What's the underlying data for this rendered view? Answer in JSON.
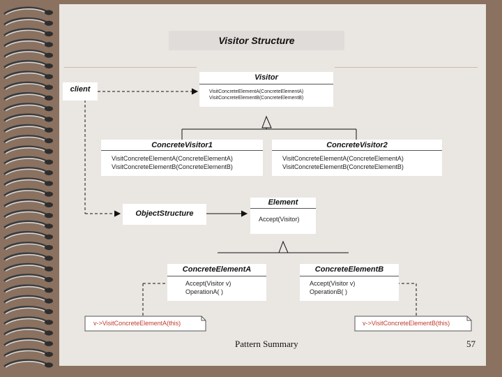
{
  "title": "Visitor Structure",
  "classes": {
    "client": {
      "name": "client"
    },
    "visitor": {
      "name": "Visitor",
      "ops": [
        "VisitConcreteElementA(ConcreteElementA)",
        "VisitConcreteElementB(ConcreteElementB)"
      ]
    },
    "concrete_visitor1": {
      "name": "ConcreteVisitor1",
      "ops": [
        "VisitConcreteElementA(ConcreteElementA)",
        "VisitConcreteElementB(ConcreteElementB)"
      ]
    },
    "concrete_visitor2": {
      "name": "ConcreteVisitor2",
      "ops": [
        "VisitConcreteElementA(ConcreteElementA)",
        "VisitConcreteElementB(ConcreteElementB)"
      ]
    },
    "object_structure": {
      "name": "ObjectStructure"
    },
    "element": {
      "name": "Element",
      "ops": [
        "Accept(Visitor)"
      ]
    },
    "concrete_element_a": {
      "name": "ConcreteElementA",
      "ops": [
        "Accept(Visitor v)",
        "OperationA( )"
      ]
    },
    "concrete_element_b": {
      "name": "ConcreteElementB",
      "ops": [
        "Accept(Visitor v)",
        "OperationB( )"
      ]
    }
  },
  "notes": {
    "note_a": "v->VisitConcreteElementA(this)",
    "note_b": "v->VisitConcreteElementB(this)"
  },
  "footer": {
    "caption": "Pattern Summary",
    "page_number": "57"
  },
  "colors": {
    "background": "#8a7160",
    "paper": "#eae6e2",
    "note_text": "#c0392b"
  }
}
